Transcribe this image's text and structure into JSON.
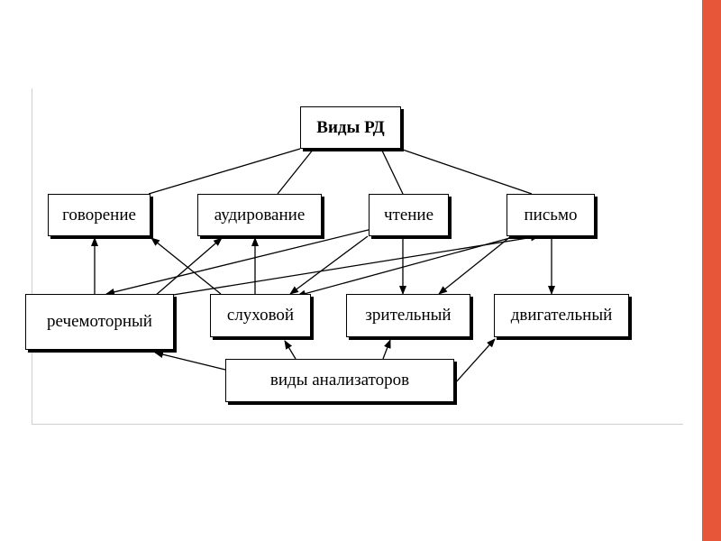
{
  "diagram": {
    "root": {
      "label": "Виды РД"
    },
    "speech_types": [
      {
        "id": "speaking",
        "label": "говорение"
      },
      {
        "id": "listening",
        "label": "аудирование"
      },
      {
        "id": "reading",
        "label": "чтение"
      },
      {
        "id": "writing",
        "label": "письмо"
      }
    ],
    "analyzers": [
      {
        "id": "speech_motor",
        "label": "речемоторный"
      },
      {
        "id": "auditory",
        "label": "слуховой"
      },
      {
        "id": "visual",
        "label": "зрительный"
      },
      {
        "id": "motor",
        "label": "двигательный"
      }
    ],
    "analyzer_group": {
      "label": "виды анализаторов"
    },
    "edges": [
      {
        "from": "root",
        "to": "speaking",
        "arrow": false
      },
      {
        "from": "root",
        "to": "listening",
        "arrow": false
      },
      {
        "from": "root",
        "to": "reading",
        "arrow": false
      },
      {
        "from": "root",
        "to": "writing",
        "arrow": false
      },
      {
        "from": "speech_motor",
        "to": "speaking",
        "arrow": true
      },
      {
        "from": "speech_motor",
        "to": "listening",
        "arrow": true
      },
      {
        "from": "speech_motor",
        "to": "writing",
        "arrow": true
      },
      {
        "from": "auditory",
        "to": "speaking",
        "arrow": true
      },
      {
        "from": "auditory",
        "to": "listening",
        "arrow": true
      },
      {
        "from": "reading",
        "to": "speech_motor",
        "arrow": true
      },
      {
        "from": "reading",
        "to": "auditory",
        "arrow": true
      },
      {
        "from": "reading",
        "to": "visual",
        "arrow": true
      },
      {
        "from": "writing",
        "to": "auditory",
        "arrow": true
      },
      {
        "from": "writing",
        "to": "visual",
        "arrow": true
      },
      {
        "from": "writing",
        "to": "motor",
        "arrow": true
      },
      {
        "from": "analyzer_group",
        "to": "speech_motor",
        "arrow": true
      },
      {
        "from": "analyzer_group",
        "to": "auditory",
        "arrow": true
      },
      {
        "from": "analyzer_group",
        "to": "visual",
        "arrow": true
      },
      {
        "from": "analyzer_group",
        "to": "motor",
        "arrow": true
      }
    ]
  },
  "colors": {
    "accent": "#e8563a",
    "line": "#000000",
    "frame": "#cfcfcf"
  }
}
